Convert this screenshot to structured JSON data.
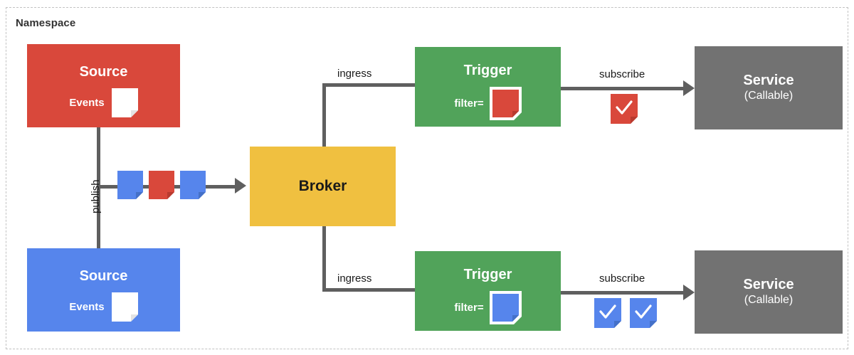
{
  "namespace": {
    "label": "Namespace"
  },
  "nodes": {
    "source_red": {
      "title": "Source",
      "events_label": "Events",
      "color": "#d9483b",
      "doc_icon": "document-icon",
      "doc_color": "#ffffff"
    },
    "source_blue": {
      "title": "Source",
      "events_label": "Events",
      "color": "#5685ec",
      "doc_icon": "document-icon",
      "doc_color": "#ffffff"
    },
    "broker": {
      "title": "Broker",
      "color": "#f0c040"
    },
    "trigger_top": {
      "title": "Trigger",
      "filter_label": "filter=",
      "color": "#51a35a",
      "filter_doc_color": "#d9483b",
      "doc_icon": "document-icon"
    },
    "trigger_bottom": {
      "title": "Trigger",
      "filter_label": "filter=",
      "color": "#51a35a",
      "filter_doc_color": "#5685ec",
      "doc_icon": "document-icon"
    },
    "service_top": {
      "title": "Service",
      "subtitle": "(Callable)",
      "color": "#727272"
    },
    "service_bottom": {
      "title": "Service",
      "subtitle": "(Callable)",
      "color": "#727272"
    }
  },
  "edges": {
    "publish": {
      "label": "publish"
    },
    "ingress_top": {
      "label": "ingress"
    },
    "ingress_bottom": {
      "label": "ingress"
    },
    "subscribe_top": {
      "label": "subscribe"
    },
    "subscribe_bottom": {
      "label": "subscribe"
    }
  },
  "event_stream": {
    "items": [
      {
        "icon": "document-icon",
        "color": "#5685ec"
      },
      {
        "icon": "document-icon",
        "color": "#d9483b"
      },
      {
        "icon": "document-icon",
        "color": "#5685ec"
      }
    ]
  },
  "delivered_events": {
    "top": [
      {
        "icon": "document-check-icon",
        "color": "#d9483b",
        "check": "✓"
      }
    ],
    "bottom": [
      {
        "icon": "document-check-icon",
        "color": "#5685ec",
        "check": "✓"
      },
      {
        "icon": "document-check-icon",
        "color": "#5685ec",
        "check": "✓"
      }
    ]
  },
  "palette": {
    "red": "#d9483b",
    "blue": "#5685ec",
    "green": "#51a35a",
    "yellow": "#f0c040",
    "gray": "#727272",
    "line": "#5f5f5f",
    "namespace_border": "#c2c2c2"
  }
}
